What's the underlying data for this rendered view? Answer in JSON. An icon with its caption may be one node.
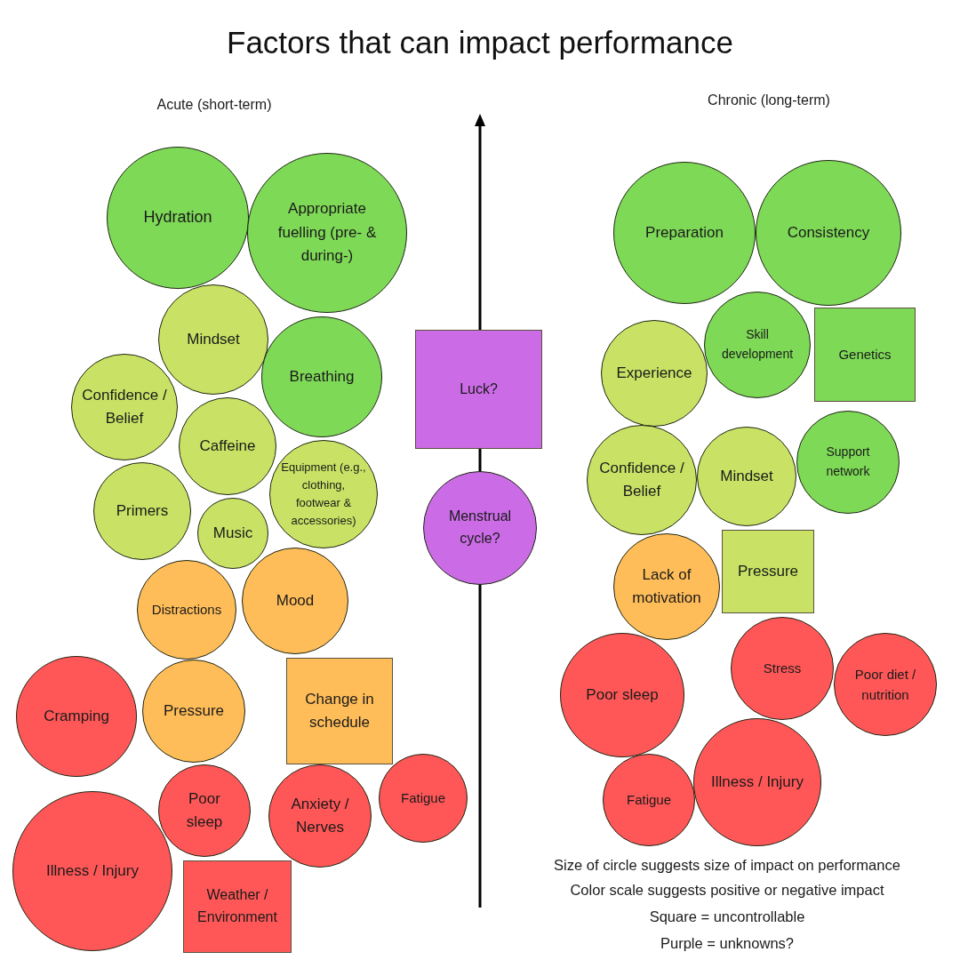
{
  "diagram": {
    "title": "Factors that can impact performance",
    "nodes": [
      {
        "text": [
          "Hydration"
        ]
      },
      {
        "text": [
          "Appropriate fuelling (pre- & during-)"
        ]
      },
      {
        "text": [
          "Mindset"
        ]
      },
      {
        "text": [
          "Confidence / Belief"
        ]
      },
      {
        "text": [
          "Breathing"
        ]
      },
      {
        "text": [
          "Caffeine"
        ]
      },
      {
        "text": [
          "Equipment (e.g., clothing, footwear & accessories)"
        ]
      },
      {
        "text": [
          "Primers"
        ]
      },
      {
        "text": [
          "Music"
        ]
      },
      {
        "text": [
          "Distractions"
        ]
      },
      {
        "text": [
          "Mood"
        ]
      },
      {
        "text": [
          "Change in schedule"
        ]
      },
      {
        "text": [
          "Cramping"
        ]
      },
      {
        "text": [
          "Pressure"
        ]
      },
      {
        "text": [
          "Poor sleep"
        ]
      },
      {
        "text": [
          "Anxiety / Nerves"
        ]
      },
      {
        "text": [
          "Fatigue"
        ]
      },
      {
        "text": [
          "Illness / Injury"
        ]
      },
      {
        "text": [
          "Weather / Environment"
        ]
      },
      {
        "text": [
          "Luck?"
        ]
      },
      {
        "text": [
          "Menstrual cycle?"
        ]
      },
      {
        "text": [
          "Preparation"
        ]
      },
      {
        "text": [
          "Consistency"
        ]
      },
      {
        "text": [
          "Skill development"
        ]
      },
      {
        "text": [
          "Genetics"
        ]
      },
      {
        "text": [
          "Experience"
        ]
      },
      {
        "text": [
          "Support network"
        ]
      },
      {
        "text": [
          "Confidence / Belief"
        ]
      },
      {
        "text": [
          "Mindset"
        ]
      },
      {
        "text": [
          "Lack of motivation"
        ]
      },
      {
        "text": [
          "Pressure"
        ]
      },
      {
        "text": [
          "Stress"
        ]
      },
      {
        "text": [
          "Poor sleep"
        ]
      },
      {
        "text": [
          "Poor diet / nutrition"
        ]
      },
      {
        "text": [
          "Illness / Injury"
        ]
      },
      {
        "text": [
          "Fatigue"
        ]
      }
    ],
    "labels": [
      "Acute (short-term)",
      "Chronic (long-term)",
      "Size of circle suggests size of impact on performance",
      "Color scale suggests positive or negative impact",
      "Square = uncontrollable",
      "Purple = unknowns?"
    ]
  }
}
